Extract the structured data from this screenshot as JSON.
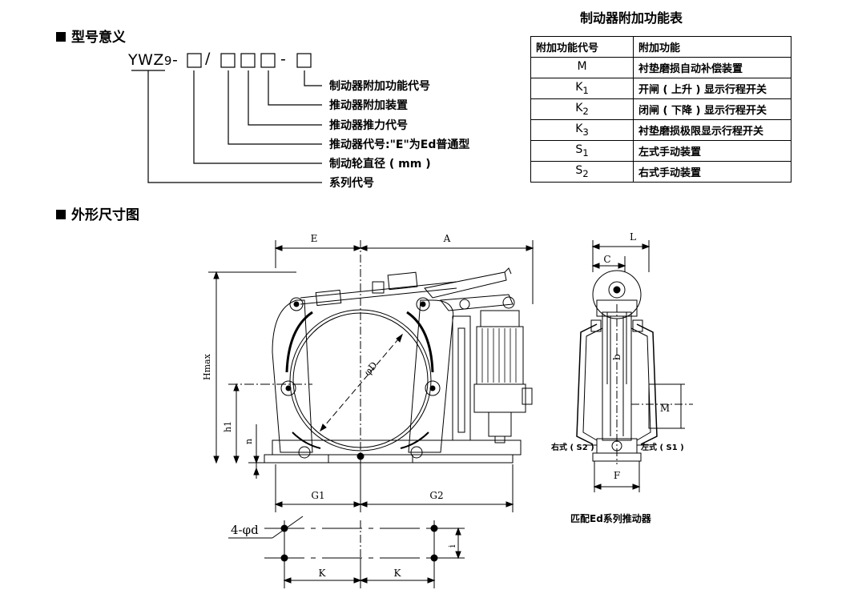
{
  "sections": {
    "model_meaning": "型号意义",
    "outline_dims": "外形尺寸图"
  },
  "model_code": {
    "prefix": "YWZ",
    "size": "9",
    "sep1": "-",
    "slash": "/",
    "sep2": "-"
  },
  "model_legend": [
    "制动器附加功能代号",
    "推动器附加装置",
    "推动器推力代号",
    "推动器代号:\"E\"为Ed普通型",
    "制动轮直径 ( mm )",
    "系列代号"
  ],
  "function_table": {
    "title": "制动器附加功能表",
    "header": [
      "附加功能代号",
      "附加功能"
    ],
    "rows": [
      {
        "code": "M",
        "sub": "",
        "desc": "衬垫磨损自动补偿装置"
      },
      {
        "code": "K",
        "sub": "1",
        "desc": "开闸 ( 上升 ) 显示行程开关"
      },
      {
        "code": "K",
        "sub": "2",
        "desc": "闭闸 ( 下降 ) 显示行程开关"
      },
      {
        "code": "K",
        "sub": "3",
        "desc": "衬垫磨损极限显示行程开关"
      },
      {
        "code": "S",
        "sub": "1",
        "desc": "左式手动装置"
      },
      {
        "code": "S",
        "sub": "2",
        "desc": "右式手动装置"
      }
    ]
  },
  "drawing_labels": {
    "E": "E",
    "A": "A",
    "Hmax": "Hmax",
    "h1": "h1",
    "n": "n",
    "D": "φD",
    "G1": "G1",
    "G2": "G2",
    "K1": "K",
    "K2": "K",
    "holes": "4-φd",
    "i": "i",
    "L": "L",
    "C": "C",
    "b": "b",
    "M": "M",
    "F": "F",
    "right_type": "右式 ( S2 )",
    "left_type": "左式 ( S1 )"
  },
  "side_view_caption": "匹配Ed系列推动器",
  "colors": {
    "line": "#000000",
    "background": "#ffffff"
  }
}
